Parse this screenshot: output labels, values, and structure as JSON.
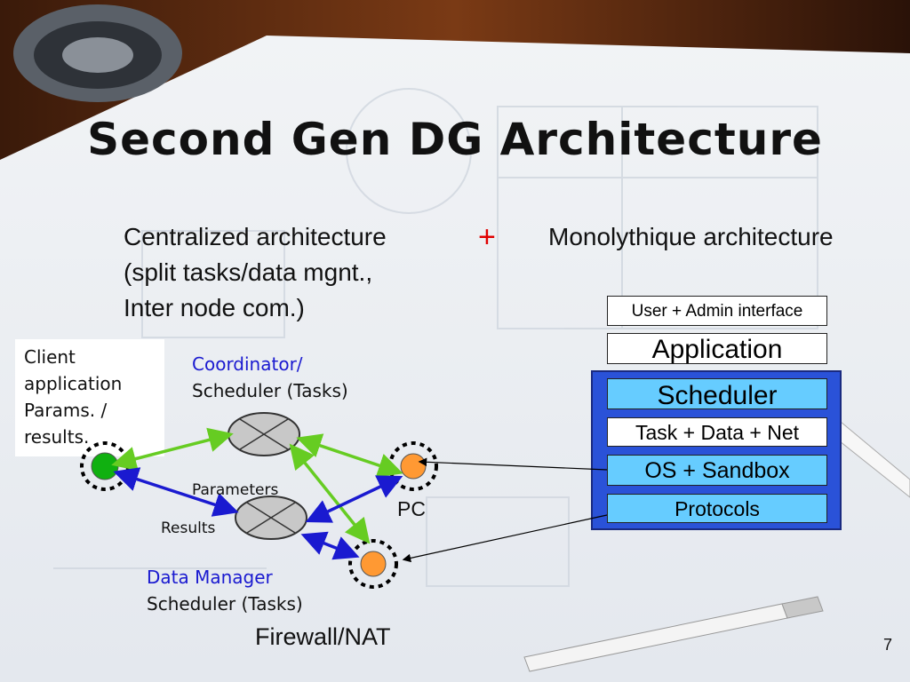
{
  "slide": {
    "title": "Second Gen DG Architecture",
    "page_number": "7"
  },
  "header": {
    "centralized_line1": "Centralized architecture",
    "centralized_line2": "(split tasks/data mgnt.,",
    "centralized_line3": "Inter node com.)",
    "plus": "+",
    "monolithic": "Monolythique architecture"
  },
  "left_diagram": {
    "client_box": [
      "Client",
      "application",
      "Params. /",
      "results."
    ],
    "coordinator_line1": "Coordinator/",
    "coordinator_line2": "Scheduler (Tasks)",
    "parameters": "Parameters",
    "results": "Results",
    "pc": "PC",
    "data_manager_line1": "Data Manager",
    "data_manager_line2": "Scheduler (Tasks)",
    "firewall": "Firewall/NAT"
  },
  "stack": {
    "user_admin": "User + Admin interface",
    "application": "Application",
    "scheduler": "Scheduler",
    "task_data_net": "Task + Data + Net",
    "os_sandbox": "OS + Sandbox",
    "protocols": "Protocols"
  },
  "colors": {
    "green_arrow": "#66cc22",
    "blue_arrow": "#1a1ad0",
    "node_orange": "#ff9933",
    "node_green": "#10b010",
    "stack_blue": "#2a52d8",
    "stack_light": "#66ccff",
    "plus_red": "#e00000"
  }
}
